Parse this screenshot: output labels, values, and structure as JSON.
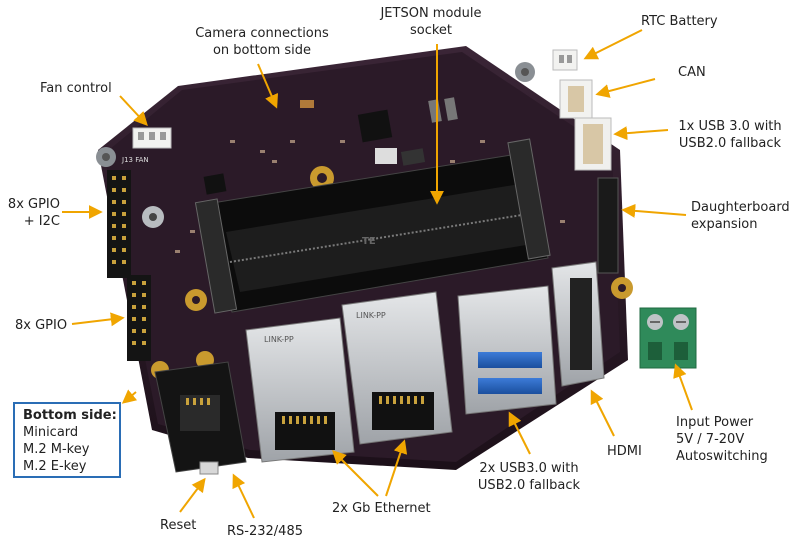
{
  "labels": {
    "camera": [
      "Camera  connections",
      "on bottom side"
    ],
    "jetson": [
      "JETSON module",
      "socket"
    ],
    "rtc": "RTC Battery",
    "fan": "Fan control",
    "can": "CAN",
    "usb30": [
      "1x USB 3.0 with",
      "USB2.0 fallback"
    ],
    "gpio8_i2c": [
      "8x GPIO",
      "+ I2C"
    ],
    "daughterboard": [
      "Daughterboard",
      "expansion"
    ],
    "gpio8": "8x GPIO",
    "input_power": [
      "Input Power",
      "5V / 7-20V",
      "Autoswitching"
    ],
    "hdmi": "HDMI",
    "usb2x": [
      "2x USB3.0 with",
      "USB2.0 fallback"
    ],
    "ethernet": "2x Gb Ethernet",
    "rs232": "RS-232/485",
    "reset": "Reset"
  },
  "bottom_side": {
    "title": "Bottom side:",
    "items": [
      "Minicard",
      "M.2 M-key",
      "M.2 E-key"
    ]
  },
  "board_text": {
    "ethernet_jack_left": "LINK-PP",
    "ethernet_jack_right": "LINK-PP",
    "fan_header": "J13 FAN",
    "socket_mark": "TE"
  },
  "colors": {
    "pcb": "#2b1a28",
    "callout_arrow": "#f0a500",
    "box_border": "#2a6db5"
  }
}
